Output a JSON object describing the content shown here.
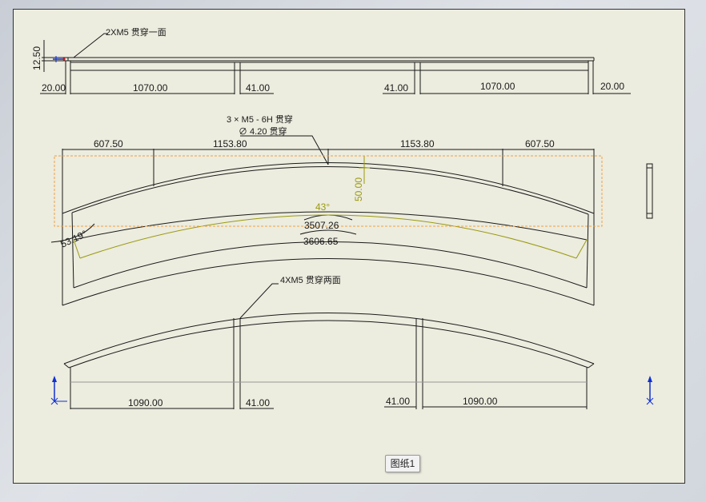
{
  "sheet_tab": "图纸1",
  "top_view": {
    "vertical_dim": "12.50",
    "note": "2XM5 贯穿一面",
    "dims": [
      "20.00",
      "1070.00",
      "41.00",
      "41.00",
      "1070.00",
      "20.00"
    ]
  },
  "front_view": {
    "hole_note_1": "3 × M5 - 6H 贯穿",
    "hole_note_2": "∅ 4.20 贯穿",
    "top_dims": [
      "607.50",
      "1153.80",
      "1153.80",
      "607.50"
    ],
    "height_dim": "50.00",
    "angle_dim": "43°",
    "arc_inner": "3507.26",
    "arc_outer": "3606.65",
    "left_angle": "53.19°"
  },
  "bottom_view": {
    "note": "4XM5 贯穿两面",
    "dims": [
      "1090.00",
      "41.00",
      "41.00",
      "1090.00"
    ]
  },
  "colors": {
    "sheet": "#ececdf",
    "line": "#1a1a1a",
    "highlight": "#9a9a10",
    "selection_box": "#f0a040",
    "triad_blue": "#1030d0",
    "triad_red": "#d02020"
  }
}
